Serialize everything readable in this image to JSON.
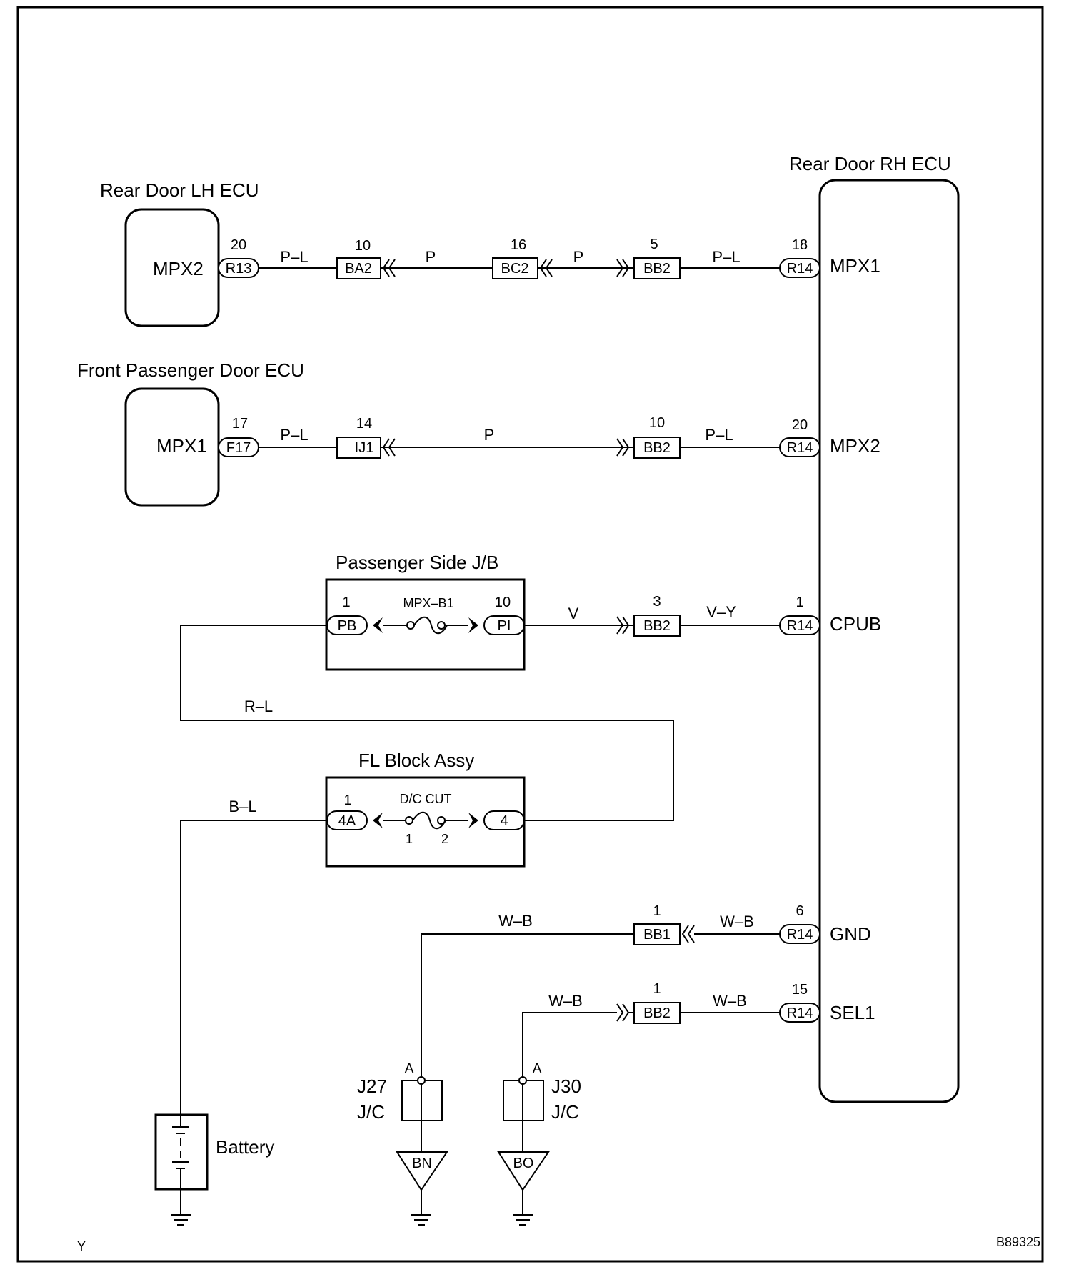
{
  "ecus": {
    "rear_rh": {
      "title": "Rear Door RH ECU",
      "pins": [
        "MPX1",
        "MPX2",
        "CPUB",
        "GND",
        "SEL1"
      ]
    },
    "rear_lh": {
      "title": "Rear Door LH ECU",
      "pin": "MPX2"
    },
    "front_pass": {
      "title": "Front Passenger Door ECU",
      "pin": "MPX1"
    }
  },
  "blocks": {
    "passenger_jb": {
      "title": "Passenger Side J/B",
      "fuse": "MPX–B1",
      "left_conn": "PB",
      "left_pin": "1",
      "right_conn": "PI",
      "right_pin": "10"
    },
    "fl_block": {
      "title": "FL Block Assy",
      "fuse": "D/C CUT",
      "left_conn": "4A",
      "left_pin": "1",
      "right_conn": "4",
      "fuse_pin_left": "1",
      "fuse_pin_right": "2"
    }
  },
  "row1": {
    "lh_conn": "R13",
    "lh_pin": "20",
    "c1": "BA2",
    "c1_pin": "10",
    "c2": "BC2",
    "c2_pin": "16",
    "c3": "BB2",
    "c3_pin": "5",
    "rh_conn": "R14",
    "rh_pin": "18",
    "wires": [
      "P–L",
      "P",
      "P",
      "P–L"
    ]
  },
  "row2": {
    "fp_conn": "F17",
    "fp_pin": "17",
    "c1": "IJ1",
    "c1_pin": "14",
    "c2": "BB2",
    "c2_pin": "10",
    "rh_conn": "R14",
    "rh_pin": "20",
    "wires": [
      "P–L",
      "P",
      "P–L"
    ]
  },
  "row3": {
    "c1": "BB2",
    "c1_pin": "3",
    "rh_conn": "R14",
    "rh_pin": "1",
    "wires": [
      "V",
      "V–Y"
    ]
  },
  "loop_wire": "R–L",
  "battery_wire": "B–L",
  "row_gnd": {
    "c1": "BB1",
    "c1_pin": "1",
    "rh_conn": "R14",
    "rh_pin": "6",
    "wires": [
      "W–B",
      "W–B"
    ]
  },
  "row_sel": {
    "c1": "BB2",
    "c1_pin": "1",
    "rh_conn": "R14",
    "rh_pin": "15",
    "wires": [
      "W–B",
      "W–B"
    ]
  },
  "jc": {
    "j27": {
      "name": "J27",
      "type": "J/C",
      "pin": "A",
      "ground": "BN"
    },
    "j30": {
      "name": "J30",
      "type": "J/C",
      "pin": "A",
      "ground": "BO"
    }
  },
  "battery": "Battery",
  "corner_left": "Y",
  "figure_code": "B89325"
}
